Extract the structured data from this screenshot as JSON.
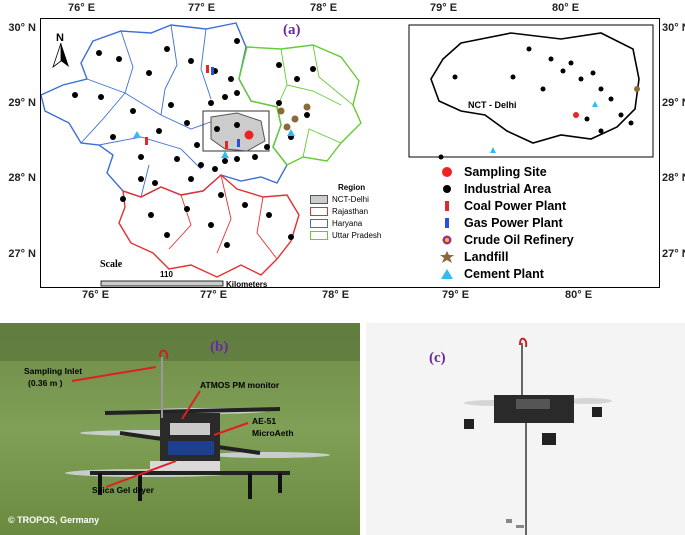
{
  "map": {
    "panel_label": "(a)",
    "top_longitudes": [
      "76° E",
      "77° E",
      "78° E",
      "79° E",
      "80° E"
    ],
    "bottom_longitudes": [
      "76° E",
      "77° E",
      "78° E",
      "79° E",
      "80° E"
    ],
    "left_latitudes": [
      "30° N",
      "29° N",
      "28° N",
      "27° N"
    ],
    "right_latitudes": [
      "30° N",
      "29° N",
      "28° N",
      "27° N"
    ],
    "north_label": "N",
    "inset_label": "NCT - Delhi",
    "scale": {
      "title": "Scale",
      "value": "110",
      "unit": "Kilometers"
    },
    "regions": {
      "title": "Region",
      "items": [
        {
          "label": "NCT-Delhi",
          "color": "#555555",
          "fill": "#cccccc"
        },
        {
          "label": "Rajasthan",
          "color": "#e53030",
          "fill": "#ffffff"
        },
        {
          "label": "Haryana",
          "color": "#3a6fd8",
          "fill": "#ffffff"
        },
        {
          "label": "Uttar Pradesh",
          "color": "#66cc33",
          "fill": "#ffffff"
        }
      ]
    },
    "legend": [
      {
        "label": "Sampling Site",
        "icon": "red-dot-icon",
        "color": "#ee2222"
      },
      {
        "label": "Industrial Area",
        "icon": "black-dot-icon",
        "color": "#000000"
      },
      {
        "label": "Coal Power Plant",
        "icon": "coal-power-plant-icon",
        "color": "#e02a2a"
      },
      {
        "label": "Gas Power Plant",
        "icon": "gas-power-plant-icon",
        "color": "#2a4ee0"
      },
      {
        "label": "Crude Oil Refinery",
        "icon": "refinery-icon",
        "color": "#a0308a"
      },
      {
        "label": "Landfill",
        "icon": "landfill-icon",
        "color": "#8a6a3a"
      },
      {
        "label": "Cement Plant",
        "icon": "cement-plant-icon",
        "color": "#33bbee"
      }
    ]
  },
  "photo_b": {
    "panel_label": "(b)",
    "annotations": {
      "inlet": "Sampling Inlet",
      "inlet_height": "(0.36 m )",
      "pm_monitor": "ATMOS PM monitor",
      "aeth_1": "AE-51",
      "aeth_2": "MicroAeth",
      "dryer": "Silica Gel dryer"
    },
    "copyright": "© TROPOS, Germany"
  },
  "photo_c": {
    "panel_label": "(c)"
  }
}
